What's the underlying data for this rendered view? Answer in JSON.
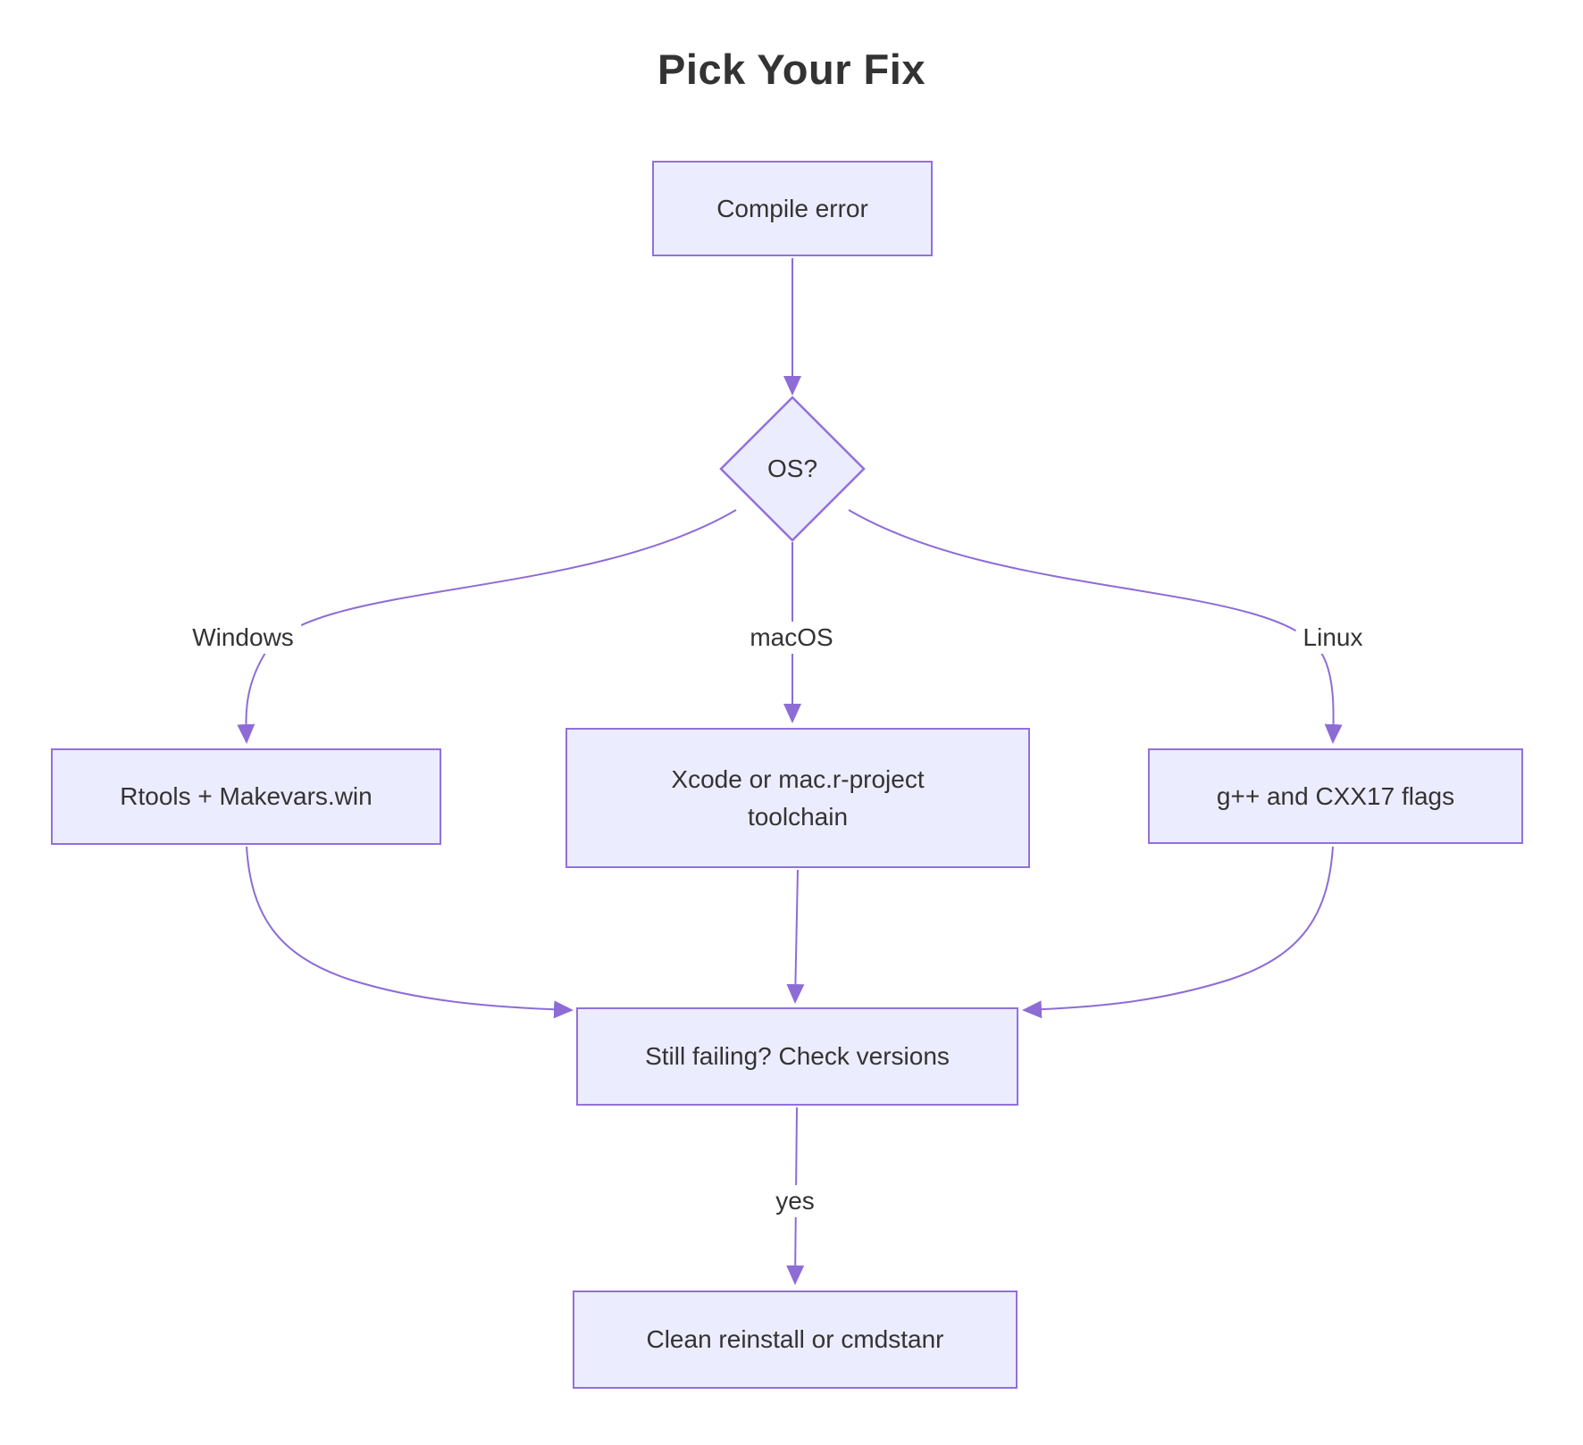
{
  "title": "Pick Your Fix",
  "colors": {
    "node_fill": "#ECECFF",
    "node_border": "#9370DB",
    "edge_line": "#8E6CD6",
    "text": "#333333",
    "background": "#FFFFFF"
  },
  "nodes": {
    "compile_error": {
      "label": "Compile error"
    },
    "os_decision": {
      "label": "OS?"
    },
    "windows_fix": {
      "label": "Rtools + Makevars.win"
    },
    "macos_fix": {
      "label": "Xcode or mac.r-project toolchain"
    },
    "linux_fix": {
      "label": "g++ and CXX17 flags"
    },
    "check_versions": {
      "label": "Still failing? Check versions"
    },
    "reinstall": {
      "label": "Clean reinstall or cmdstanr"
    }
  },
  "edge_labels": {
    "windows": "Windows",
    "macos": "macOS",
    "linux": "Linux",
    "yes": "yes"
  }
}
